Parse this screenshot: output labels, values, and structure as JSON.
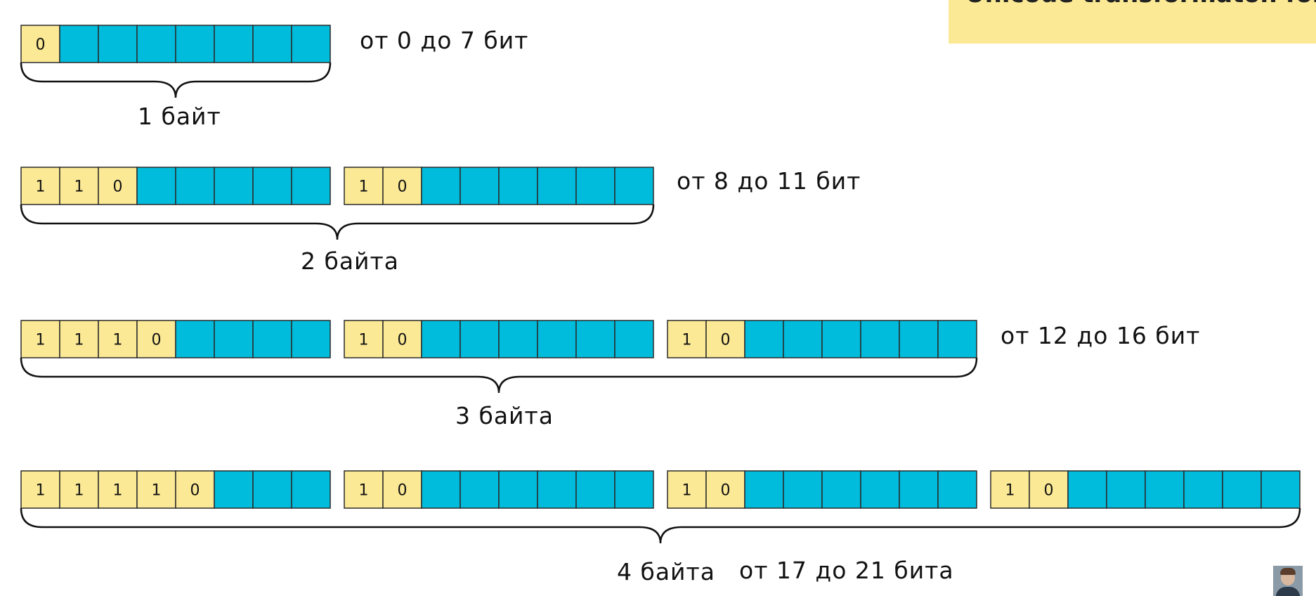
{
  "title": "Unicode transformaton format",
  "colors": {
    "marker": "#fbe995",
    "payload": "#00bcdc",
    "border": "#2b2b2b"
  },
  "rows": [
    {
      "range": "от 0 до 7 бит",
      "bytes_label": "1 байт",
      "bytes": [
        [
          "0"
        ]
      ]
    },
    {
      "range": "от 8 до 11 бит",
      "bytes_label": "2 байта",
      "bytes": [
        [
          "1",
          "1",
          "0"
        ],
        [
          "1",
          "0"
        ]
      ]
    },
    {
      "range": "от 12 до 16 бит",
      "bytes_label": "3 байта",
      "bytes": [
        [
          "1",
          "1",
          "1",
          "0"
        ],
        [
          "1",
          "0"
        ],
        [
          "1",
          "0"
        ]
      ]
    },
    {
      "range": "от 17 до 21 бита",
      "bytes_label": "4 байта",
      "bytes": [
        [
          "1",
          "1",
          "1",
          "1",
          "0"
        ],
        [
          "1",
          "0"
        ],
        [
          "1",
          "0"
        ],
        [
          "1",
          "0"
        ]
      ]
    }
  ],
  "avatar_icon": "presenter-avatar"
}
